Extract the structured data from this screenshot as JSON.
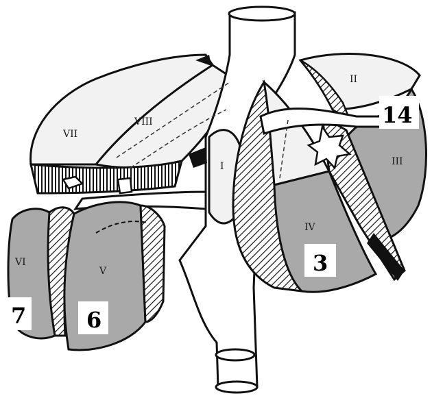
{
  "segments": {
    "I": "I",
    "II": "II",
    "III": "III",
    "IV": "IV",
    "V": "V",
    "VI": "VI",
    "VII": "VII",
    "VIII": "VIII"
  },
  "markers": {
    "m3": "3",
    "m6": "6",
    "m7": "7",
    "m14": "14"
  },
  "colors": {
    "shaded_segment": "#a9a9a9",
    "unshaded_segment": "#f2f2f2",
    "outline": "#111111",
    "background": "#ffffff"
  }
}
